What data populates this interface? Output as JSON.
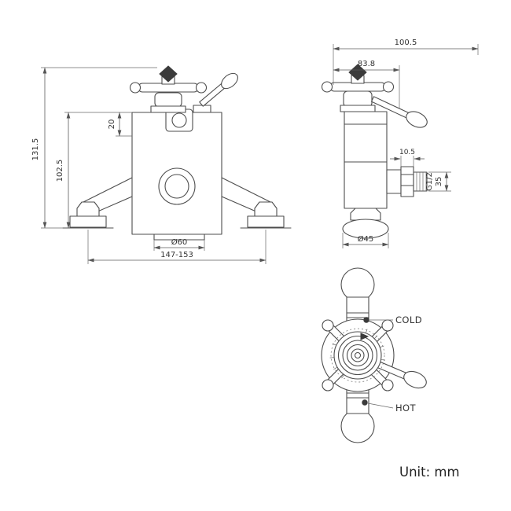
{
  "drawing": {
    "unit_label": "Unit: mm",
    "front_view": {
      "dims": {
        "total_height": "131.5",
        "body_height": "102.5",
        "top_port_offset": "20",
        "outlet_diameter": "Ø60",
        "inlet_centres": "147-153"
      }
    },
    "side_view": {
      "dims": {
        "total_depth": "100.5",
        "handle_depth": "83.8",
        "outlet_offset": "10.5",
        "outlet_thread": "G1/2",
        "outlet_length": "35",
        "flange_diameter": "Ø45"
      }
    },
    "plan_view": {
      "labels": {
        "cold": "COLD",
        "hot": "HOT"
      }
    }
  }
}
